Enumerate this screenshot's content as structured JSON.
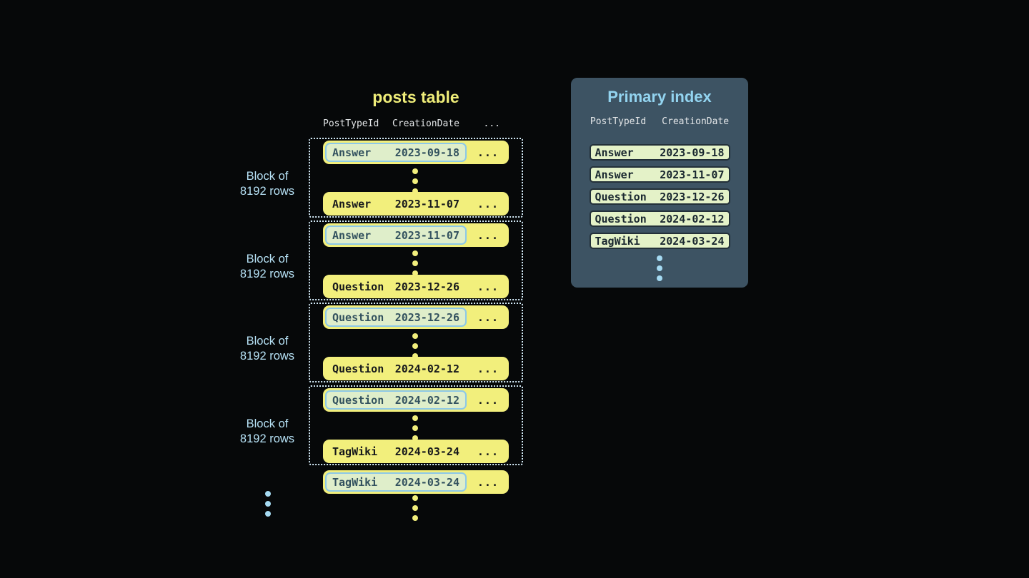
{
  "posts_table": {
    "title": "posts table",
    "header": {
      "col1": "PostTypeId",
      "col2": "CreationDate",
      "ellipsis": "..."
    },
    "block_label": {
      "line1": "Block of",
      "line2": "8192 rows"
    },
    "row_ellipsis": "...",
    "blocks": [
      {
        "first_row": {
          "post_type": "Answer",
          "creation_date": "2023-09-18"
        },
        "last_row": {
          "post_type": "Answer",
          "creation_date": "2023-11-07"
        }
      },
      {
        "first_row": {
          "post_type": "Answer",
          "creation_date": "2023-11-07"
        },
        "last_row": {
          "post_type": "Question",
          "creation_date": "2023-12-26"
        }
      },
      {
        "first_row": {
          "post_type": "Question",
          "creation_date": "2023-12-26"
        },
        "last_row": {
          "post_type": "Question",
          "creation_date": "2024-02-12"
        }
      },
      {
        "first_row": {
          "post_type": "Question",
          "creation_date": "2024-02-12"
        },
        "last_row": {
          "post_type": "TagWiki",
          "creation_date": "2024-03-24"
        }
      }
    ],
    "continuation_row": {
      "post_type": "TagWiki",
      "creation_date": "2024-03-24"
    }
  },
  "primary_index": {
    "title": "Primary index",
    "header": {
      "col1": "PostTypeId",
      "col2": "CreationDate"
    },
    "entries": [
      {
        "post_type": "Answer",
        "creation_date": "2023-09-18"
      },
      {
        "post_type": "Answer",
        "creation_date": "2023-11-07"
      },
      {
        "post_type": "Question",
        "creation_date": "2023-12-26"
      },
      {
        "post_type": "Question",
        "creation_date": "2024-02-12"
      },
      {
        "post_type": "TagWiki",
        "creation_date": "2024-03-24"
      }
    ]
  },
  "colors": {
    "background": "#060809",
    "row_yellow": "#f2ef7c",
    "posts_title_yellow": "#efed79",
    "highlight_green": "#dfeeca",
    "highlight_border_blue": "#8cc8e8",
    "highlight_text": "#33525f",
    "row_text_dark": "#17191c",
    "index_row_green": "#e4f2c8",
    "index_row_border": "#233039",
    "index_text": "#1a2830",
    "panel_slate": "#3d5363",
    "panel_title_blue": "#93d4f0",
    "label_blue": "#b6e1f5",
    "header_gray": "#e3e6e8",
    "dotted_border": "#d2e9f6",
    "dot_blue": "#a5daf2"
  }
}
